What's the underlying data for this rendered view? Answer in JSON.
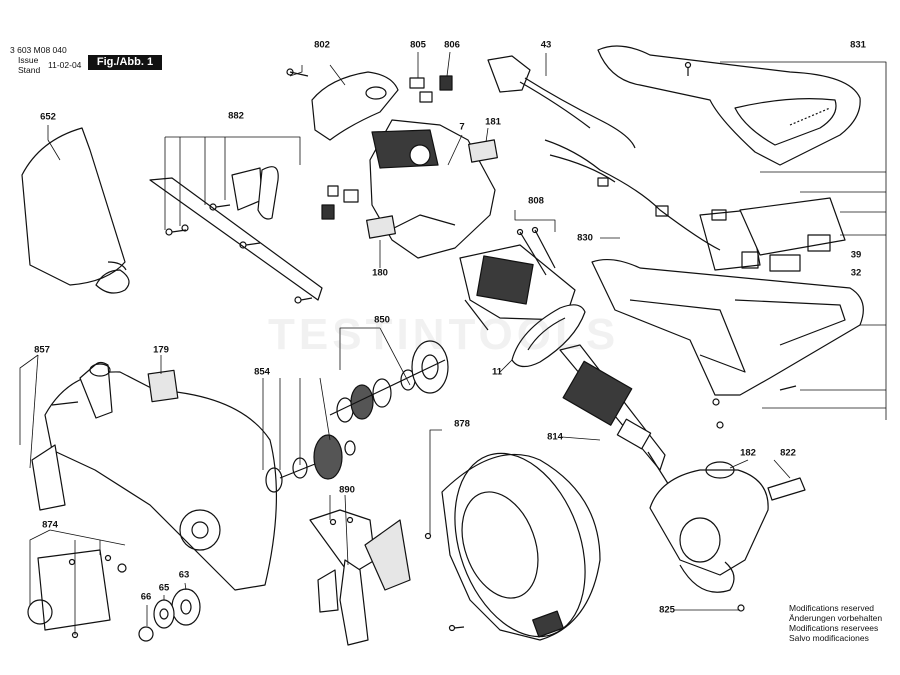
{
  "header": {
    "doc_number": "3 603 M08 040",
    "issue_label_en": "Issue",
    "issue_label_de": "Stand",
    "issue_date": "11-02-04",
    "figure_label": "Fig./Abb. 1"
  },
  "part_numbers": {
    "p802": "802",
    "p805": "805",
    "p806": "806",
    "p43": "43",
    "p831": "831",
    "p652": "652",
    "p882": "882",
    "p7": "7",
    "p181": "181",
    "p808": "808",
    "p830": "830",
    "p39": "39",
    "p32": "32",
    "p180": "180",
    "p850": "850",
    "p857": "857",
    "p179": "179",
    "p854": "854",
    "p11": "11",
    "p878": "878",
    "p814": "814",
    "p182": "182",
    "p822": "822",
    "p890": "890",
    "p874": "874",
    "p63": "63",
    "p65": "65",
    "p66": "66",
    "p825": "825"
  },
  "modifications": [
    "Modifications reserved",
    "Änderungen vorbehalten",
    "Modifications reservees",
    "Salvo modificaciones"
  ],
  "watermark": "TESTINTOOLS",
  "colors": {
    "ink": "#111111",
    "shade": "#3a3a3a",
    "paper": "#ffffff"
  }
}
